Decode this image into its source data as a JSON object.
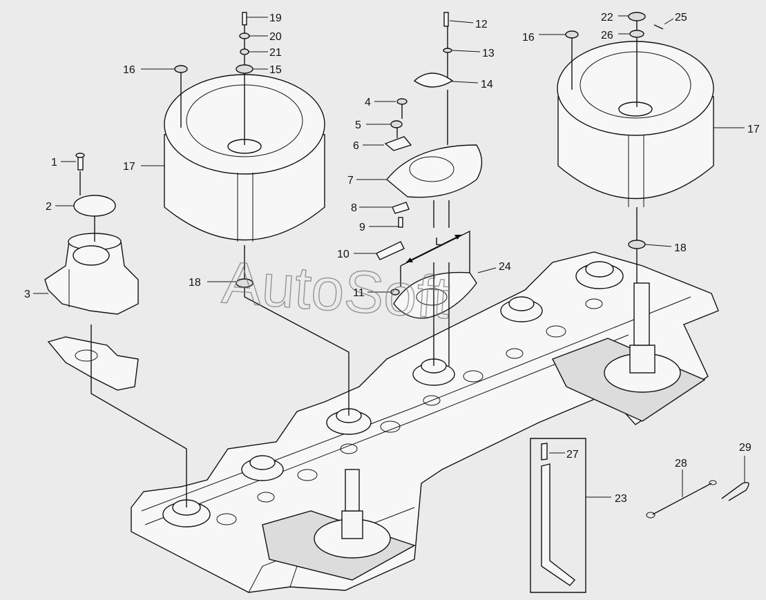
{
  "callouts": [
    {
      "id": "c1",
      "text": "1"
    },
    {
      "id": "c2",
      "text": "2"
    },
    {
      "id": "c3",
      "text": "3"
    },
    {
      "id": "c4",
      "text": "4"
    },
    {
      "id": "c5",
      "text": "5"
    },
    {
      "id": "c6",
      "text": "6"
    },
    {
      "id": "c7",
      "text": "7"
    },
    {
      "id": "c8",
      "text": "8"
    },
    {
      "id": "c9",
      "text": "9"
    },
    {
      "id": "c10",
      "text": "10"
    },
    {
      "id": "c11",
      "text": "11"
    },
    {
      "id": "c12",
      "text": "12"
    },
    {
      "id": "c13",
      "text": "13"
    },
    {
      "id": "c14",
      "text": "14"
    },
    {
      "id": "c15",
      "text": "15"
    },
    {
      "id": "c16a",
      "text": "16"
    },
    {
      "id": "c16b",
      "text": "16"
    },
    {
      "id": "c17a",
      "text": "17"
    },
    {
      "id": "c17b",
      "text": "17"
    },
    {
      "id": "c18a",
      "text": "18"
    },
    {
      "id": "c18b",
      "text": "18"
    },
    {
      "id": "c19",
      "text": "19"
    },
    {
      "id": "c20",
      "text": "20"
    },
    {
      "id": "c21",
      "text": "21"
    },
    {
      "id": "c22",
      "text": "22"
    },
    {
      "id": "c23",
      "text": "23"
    },
    {
      "id": "c24",
      "text": "24"
    },
    {
      "id": "c25",
      "text": "25"
    },
    {
      "id": "c26",
      "text": "26"
    },
    {
      "id": "c27",
      "text": "27"
    },
    {
      "id": "c28",
      "text": "28"
    },
    {
      "id": "c29",
      "text": "29"
    }
  ],
  "dimension_label": "L",
  "watermark": "AutoSoft",
  "colors": {
    "background": "#ebebeb",
    "ink": "#111111",
    "part_fill": "#f7f7f7",
    "watermark": "#777777"
  }
}
